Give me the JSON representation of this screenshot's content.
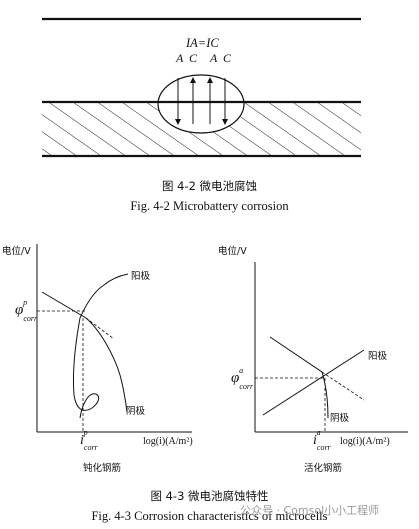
{
  "figure_4_2": {
    "eq": "IA=IC",
    "label_a1": "A",
    "label_c1": "C",
    "label_a2": "A",
    "label_c2": "C",
    "caption_zh": "图 4-2  微电池腐蚀",
    "caption_en": "Fig. 4-2  Microbattery corrosion"
  },
  "figure_4_3": {
    "left": {
      "ylabel": "电位/V",
      "xlabel": "log(i)(A/m²)",
      "anode_label": "阳极",
      "cathode_label": "阴极",
      "phi_label": "φ",
      "phi_sub": "corr",
      "phi_sup": "p",
      "i_label": "i",
      "i_sub": "corr",
      "i_sup": "p",
      "subcaption": "钝化钢筋"
    },
    "right": {
      "ylabel": "电位/V",
      "xlabel": "log(i)(A/m²)",
      "anode_label": "阳极",
      "cathode_label": "阴极",
      "phi_label": "φ",
      "phi_sub": "corr",
      "phi_sup": "a",
      "i_label": "i",
      "i_sub": "corr",
      "i_sup": "a",
      "subcaption": "活化钢筋"
    },
    "caption_zh": "图 4-3  微电池腐蚀特性",
    "caption_en": "Fig. 4-3  Corrosion characteristics of microcells"
  },
  "watermark": "公众号 · Comsol小小工程师"
}
